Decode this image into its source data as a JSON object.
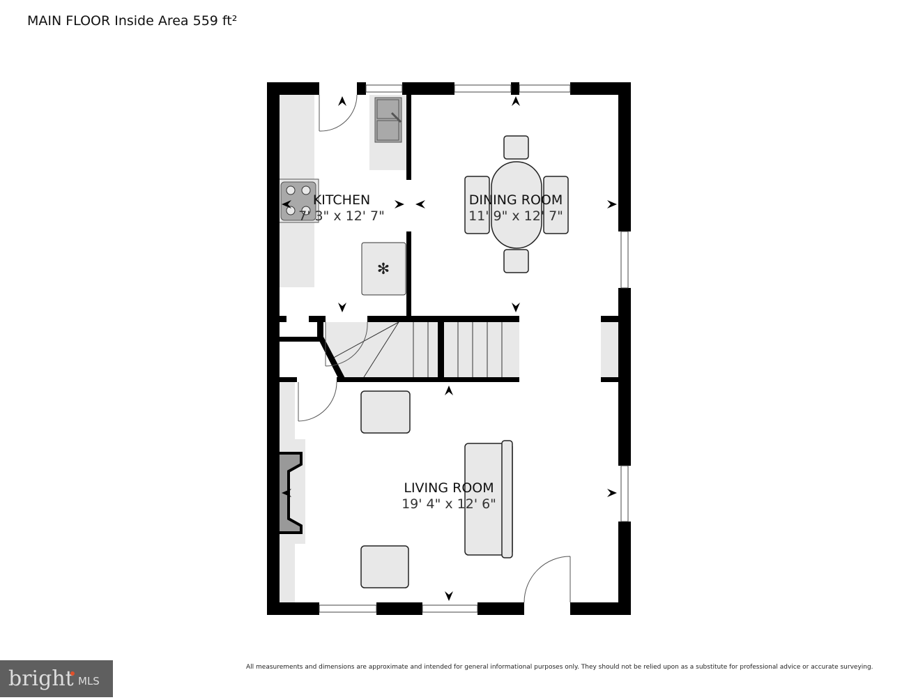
{
  "header": {
    "title": "MAIN FLOOR Inside Area 559 ft²"
  },
  "rooms": [
    {
      "name": "KITCHEN",
      "dimensions": "7' 3\" x 12' 7\""
    },
    {
      "name": "DINING ROOM",
      "dimensions": "11' 9\" x 12' 7\""
    },
    {
      "name": "LIVING ROOM",
      "dimensions": "19' 4\" x 12' 6\""
    }
  ],
  "footer": {
    "disclaimer": "All measurements and dimensions are approximate and intended for general informational purposes only. They should not be relied upon as a substitute for professional advice or accurate surveying.",
    "logo_text": "bright MLS"
  },
  "colors": {
    "wall": "#000000",
    "fixture": "#e8e8e8",
    "appliance": "#a9a9a9",
    "logo_bg": "#5f5f5f",
    "logo_accent": "#e0502a"
  }
}
